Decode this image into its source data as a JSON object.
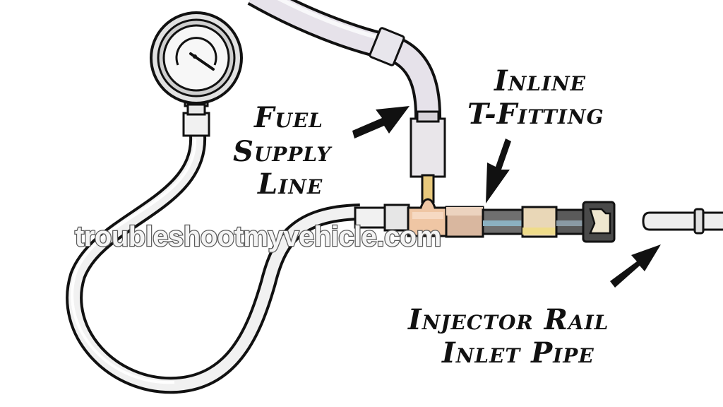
{
  "labels": {
    "fuel_supply_line": [
      "Fuel",
      "Supply",
      "Line"
    ],
    "inline_t_fitting": [
      "Inline",
      "T-Fitting"
    ],
    "injector_rail_inlet_pipe": [
      "Injector Rail",
      "Inlet Pipe"
    ]
  },
  "watermark": "troubleshootmyvehicle.com",
  "colors": {
    "outline": "#111111",
    "hose": "#f1f1f1",
    "supply_line": "#e6e2ea",
    "brass": "#efc6a4",
    "dark_hose": "#6e6e6e",
    "coupler_cap": "#efe6cf"
  }
}
